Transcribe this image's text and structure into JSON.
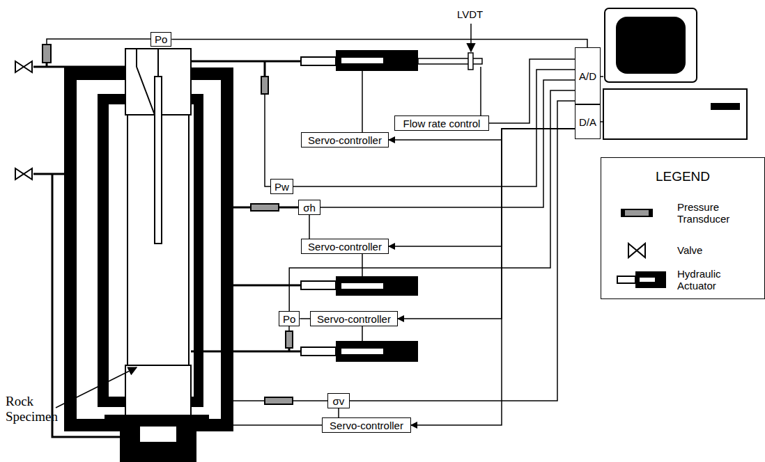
{
  "diagram": {
    "nodes": [
      {
        "text": [
          "Po"
        ]
      },
      {
        "text": [
          "Flow rate control"
        ]
      },
      {
        "text": [
          "Servo-controller"
        ]
      },
      {
        "text": [
          "Pw"
        ]
      },
      {
        "text": [
          "σh"
        ]
      },
      {
        "text": [
          "Servo-controller"
        ]
      },
      {
        "text": [
          "Po"
        ]
      },
      {
        "text": [
          "Servo-controller"
        ]
      },
      {
        "text": [
          "σv"
        ]
      },
      {
        "text": [
          "Servo-controller"
        ]
      },
      {
        "text": [
          "A/D"
        ]
      },
      {
        "text": [
          "D/A"
        ]
      },
      {
        "text": [
          "LEGEND"
        ]
      }
    ],
    "edges": [
      {
        "from": 0,
        "to": 10,
        "arrow": "none"
      },
      {
        "from": 1,
        "to": 10,
        "arrow": "none"
      },
      {
        "from": 3,
        "to": 10,
        "arrow": "none"
      },
      {
        "from": 4,
        "to": 10,
        "arrow": "none"
      },
      {
        "from": 6,
        "to": 10,
        "arrow": "none"
      },
      {
        "from": 8,
        "to": 10,
        "arrow": "none"
      },
      {
        "from": 4,
        "to": 5,
        "arrow": "none"
      },
      {
        "from": 6,
        "to": 7,
        "arrow": "none"
      },
      {
        "from": 8,
        "to": 9,
        "arrow": "none"
      },
      {
        "from": 11,
        "to": 2,
        "arrow": "to"
      },
      {
        "from": 11,
        "to": 5,
        "arrow": "to"
      },
      {
        "from": 11,
        "to": 7,
        "arrow": "to"
      },
      {
        "from": 11,
        "to": 9,
        "arrow": "to"
      }
    ],
    "labels": [
      "LVDT",
      "Rock Specimen"
    ],
    "legend": [
      {
        "text": "Pressure Transducer"
      },
      {
        "text": "Valve"
      },
      {
        "text": "Hydraulic Actuator"
      }
    ]
  }
}
